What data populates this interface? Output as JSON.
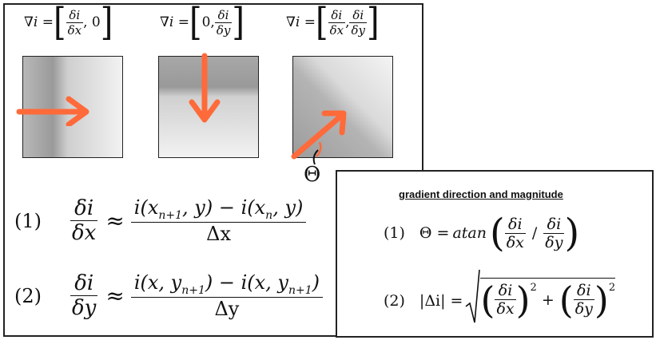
{
  "colors": {
    "arrow": "#ff6a3a",
    "border": "#222222"
  },
  "top_labels": {
    "left": {
      "lhs": "∇i = ",
      "num": "δi",
      "den": "δx",
      "tail": ", 0"
    },
    "mid": {
      "lhs": "∇i = ",
      "head": "0, ",
      "num": "δi",
      "den": "δy"
    },
    "right": {
      "lhs": "∇i = ",
      "num1": "δi",
      "den1": "δx",
      "sep": ",",
      "num2": "δi",
      "den2": "δy"
    }
  },
  "theta_label": "Θ",
  "eq1": {
    "tag": "(1)",
    "num": "δi",
    "den": "δx",
    "approx": "≈",
    "rhs_num": "i(x",
    "rhs_num_sub": "n+1",
    "rhs_num_b": ", y) − i(x",
    "rhs_num_sub2": "n",
    "rhs_num_c": ", y)",
    "rhs_den": "Δx"
  },
  "eq2": {
    "tag": "(2)",
    "num": "δi",
    "den": "δy",
    "approx": "≈",
    "rhs_num": "i(x, y",
    "rhs_num_sub": "n+1",
    "rhs_num_b": ") − i(x, y",
    "rhs_num_sub2": "n+1",
    "rhs_num_c": ")",
    "rhs_den": "Δy"
  },
  "right_panel": {
    "title": "gradient direction and magnitude",
    "eq1": {
      "tag": "(1)",
      "lhs": "Θ = ",
      "func": "atan",
      "num1": "δi",
      "den1": "δx",
      "slash": "/",
      "num2": "δi",
      "den2": "δy"
    },
    "eq2": {
      "tag": "(2)",
      "lhs": "|Δi| = ",
      "num1": "δi",
      "den1": "δx",
      "plus": "+",
      "num2": "δi",
      "den2": "δy",
      "exp": "2"
    }
  }
}
